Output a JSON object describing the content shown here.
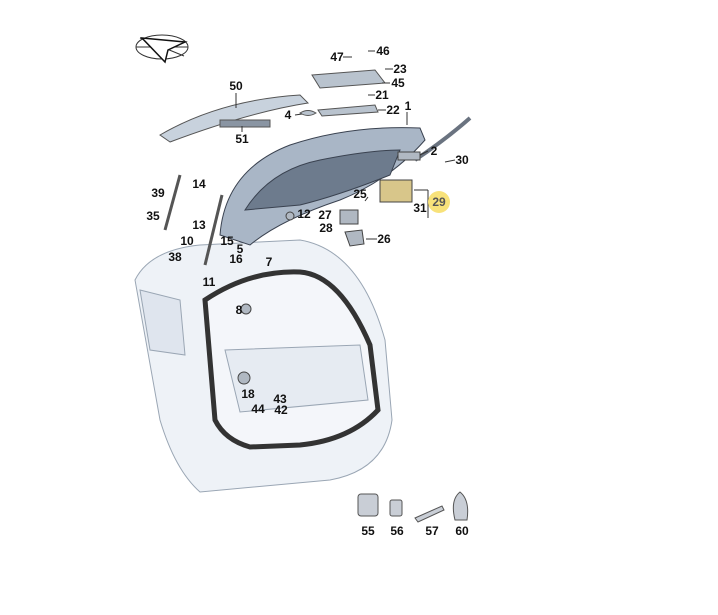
{
  "diagram": {
    "highlighted_part": "29",
    "highlight_color": "#f8e27a",
    "part_labels": {
      "p1": "1",
      "p2": "2",
      "p4": "4",
      "p5": "5",
      "p7": "7",
      "p8": "8",
      "p10": "10",
      "p11": "11",
      "p12": "12",
      "p13": "13",
      "p14": "14",
      "p15": "15",
      "p16": "16",
      "p18": "18",
      "p21": "21",
      "p22": "22",
      "p23": "23",
      "p25": "25",
      "p26": "26",
      "p27": "27",
      "p28": "28",
      "p29": "29",
      "p30": "30",
      "p31": "31",
      "p35": "35",
      "p38": "38",
      "p39": "39",
      "p42": "42",
      "p43": "43",
      "p44": "44",
      "p45": "45",
      "p46": "46",
      "p47": "47",
      "p50": "50",
      "p51": "51",
      "p55": "55",
      "p56": "56",
      "p57": "57",
      "p60": "60"
    }
  }
}
